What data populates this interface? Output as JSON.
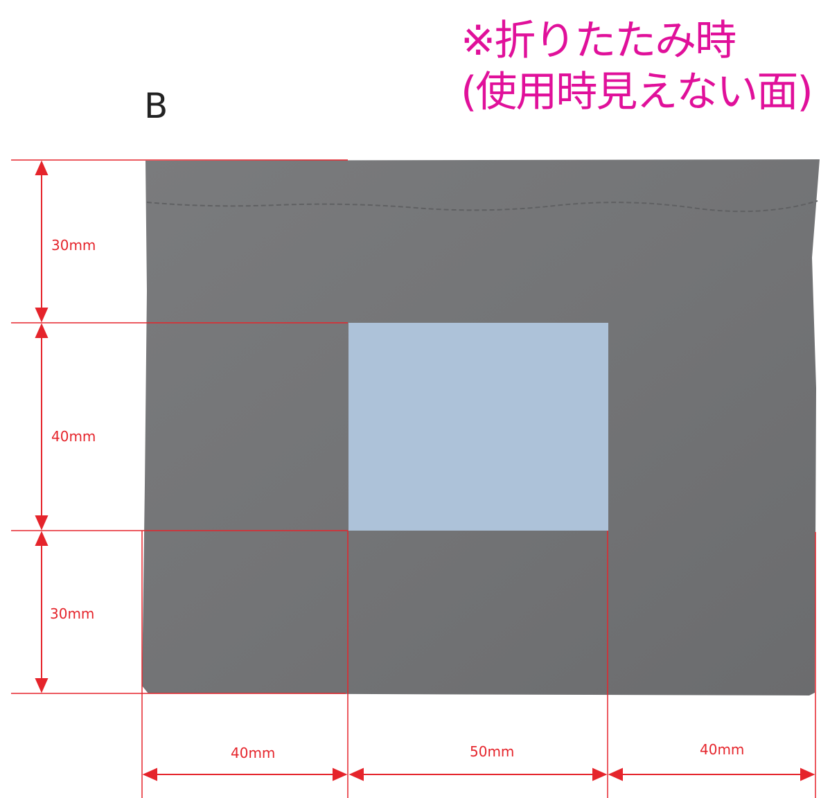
{
  "panel_label": "B",
  "note": {
    "line1": "※折りたたみ時",
    "line2": "(使用時見えない面)"
  },
  "dimensions": {
    "vertical": [
      "30mm",
      "40mm",
      "30mm"
    ],
    "horizontal": [
      "40mm",
      "50mm",
      "40mm"
    ]
  },
  "colors": {
    "bag": "#737476",
    "print_area": "#adc2d9",
    "dimension_lines": "#e5242b",
    "note_text": "#e0109a"
  }
}
